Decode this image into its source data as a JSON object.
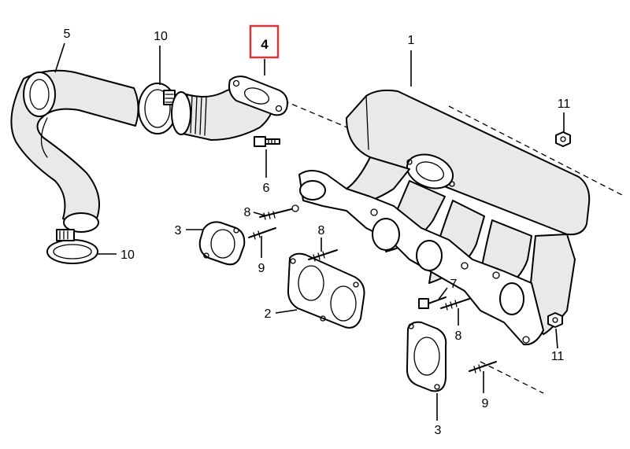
{
  "callouts": {
    "c1": "1",
    "c2": "2",
    "c3a": "3",
    "c3b": "3",
    "c4": "4",
    "c5": "5",
    "c6": "6",
    "c7": "7",
    "c8a": "8",
    "c8b": "8",
    "c8c": "8",
    "c9a": "9",
    "c9b": "9",
    "c10a": "10",
    "c10b": "10",
    "c11a": "11",
    "c11b": "11"
  },
  "colors": {
    "highlight_box": "#d9343a",
    "line": "#000000",
    "background": "#ffffff"
  }
}
